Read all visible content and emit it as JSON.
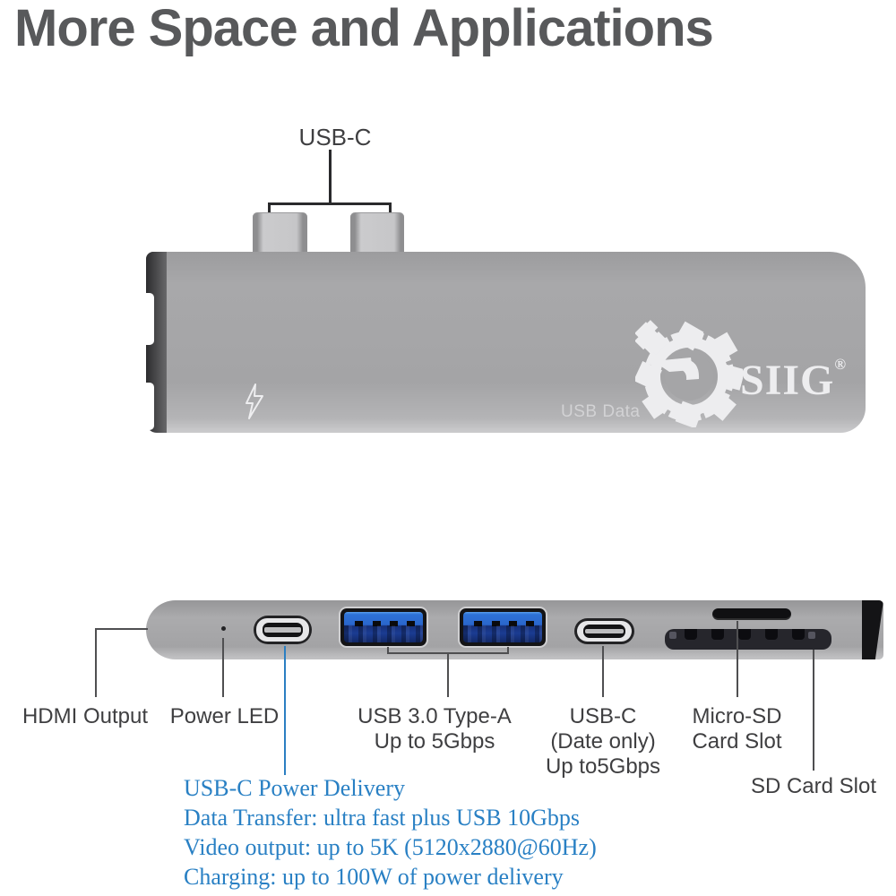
{
  "title": "More Space and Applications",
  "device": {
    "brand": "SIIG",
    "registered_mark": "®",
    "face_text": "USB Data"
  },
  "top_callout": {
    "label": "USB-C"
  },
  "port_labels": {
    "hdmi": {
      "line1": "HDMI Output"
    },
    "power_led": {
      "line1": "Power LED"
    },
    "usb_a": {
      "line1": "USB 3.0 Type-A",
      "line2": "Up to 5Gbps"
    },
    "usb_c_data": {
      "line1": "USB-C",
      "line2": "(Date only)",
      "line3": "Up to5Gbps"
    },
    "micro_sd": {
      "line1": "Micro-SD",
      "line2": "Card Slot"
    },
    "sd": {
      "line1": "SD Card Slot"
    }
  },
  "specs": {
    "line1": "USB-C Power Delivery",
    "line2": "Data Transfer: ultra fast plus USB 10Gbps",
    "line3": "Video output: up to 5K (5120x2880@60Hz)",
    "line4": "Charging: up to 100W of power delivery"
  },
  "icons": {
    "thunderbolt": "thunderbolt-lightning-icon",
    "logo_emblem": "siig-logo-emblem"
  },
  "colors": {
    "title_text": "#58595b",
    "label_text": "#3f3f41",
    "callout_line": "#4f4f51",
    "blue_accent": "#2b7fc2",
    "blue_spec_text": "#2980c4",
    "device_gray": "#a6a6a8",
    "usb_port_blue": "#2e72d6"
  }
}
